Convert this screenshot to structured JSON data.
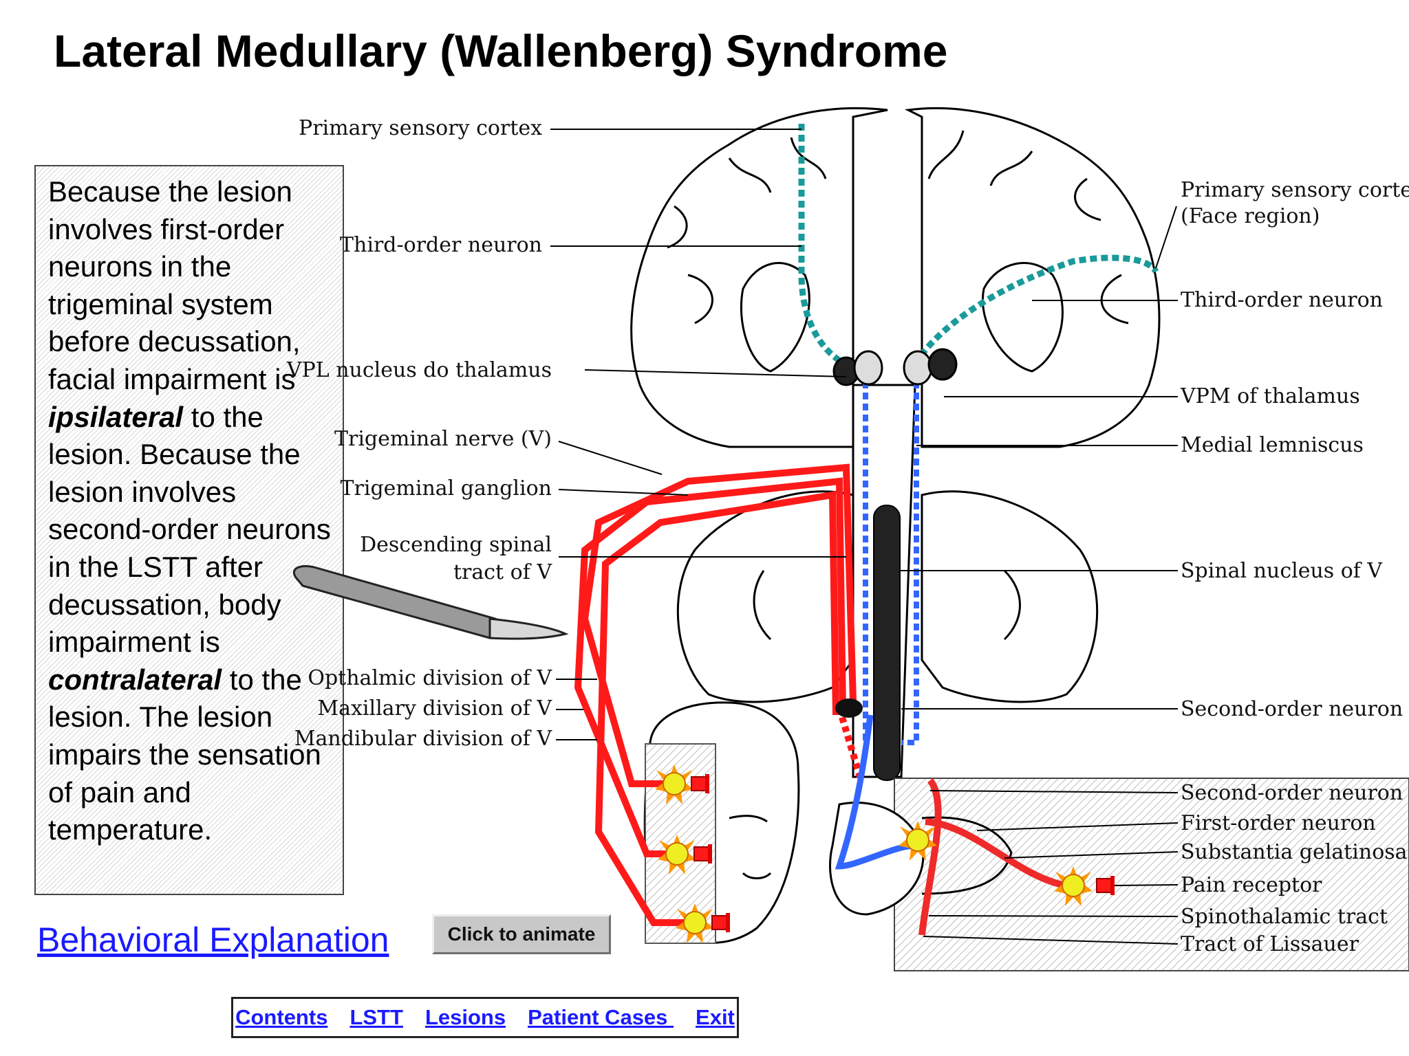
{
  "title": "Lateral Medullary (Wallenberg) Syndrome",
  "explanation": {
    "t1": "Because the lesion involves first-order neurons in the trigeminal system before decussation, facial impairment is ",
    "em1": "ipsilateral",
    "t2": " to the lesion. Because the lesion involves second-order neurons in the LSTT after decussation, body impairment is ",
    "em2": "contralateral",
    "t3": " to the lesion. The lesion impairs the sensation of pain and temperature."
  },
  "links": {
    "behavioral": "Behavioral Explanation",
    "animate_button": "Click to animate"
  },
  "nav": [
    "Contents",
    "LSTT",
    "Lesions",
    "Patient Cases ",
    "Exit"
  ],
  "labels_left": {
    "primary_sensory_cortex": "Primary sensory cortex",
    "third_order_neuron": "Third-order neuron",
    "vpl_nucleus": "VPL nucleus do thalamus",
    "trigeminal_nerve": "Trigeminal nerve (V)",
    "trigeminal_ganglion": "Trigeminal ganglion",
    "descending_spinal_1": "Descending spinal",
    "descending_spinal_2": "tract of V",
    "opthalmic": "Opthalmic division of V",
    "maxillary": "Maxillary division of V",
    "mandibular": "Mandibular division of V"
  },
  "labels_right": {
    "primary_sensory_cortex_1": "Primary sensory cortex",
    "primary_sensory_cortex_2": "(Face region)",
    "third_order_neuron": "Third-order neuron",
    "vpm": "VPM of thalamus",
    "medial_lemniscus": "Medial lemniscus",
    "spinal_nucleus": "Spinal nucleus of V",
    "second_order_neuron": "Second-order neuron"
  },
  "labels_inset": {
    "second_order_neuron": "Second-order neuron",
    "first_order_neuron": "First-order neuron",
    "substantia_gelatinosa": "Substantia gelatinosa",
    "pain_receptor": "Pain receptor",
    "spinothalamic_tract": "Spinothalamic tract",
    "tract_of_lissauer": "Tract of Lissauer"
  },
  "colors": {
    "pain_pathway": "#ff1a1a",
    "lemniscus": "#3366ff",
    "thalamocortical": "#1a9a9a",
    "link": "#1a1aff"
  }
}
